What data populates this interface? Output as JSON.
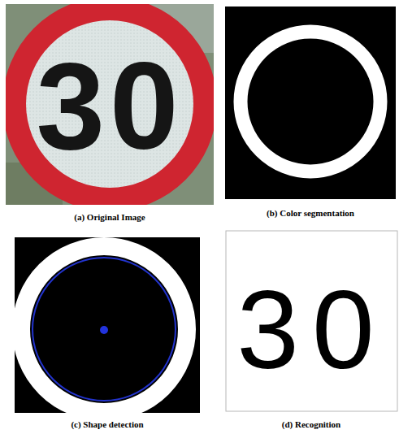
{
  "diagram": {
    "labels": [
      "30",
      "(a) Original Image",
      "(b) Color segmentation",
      "(c) Shape detection",
      "30",
      "(d) Recognition"
    ]
  }
}
